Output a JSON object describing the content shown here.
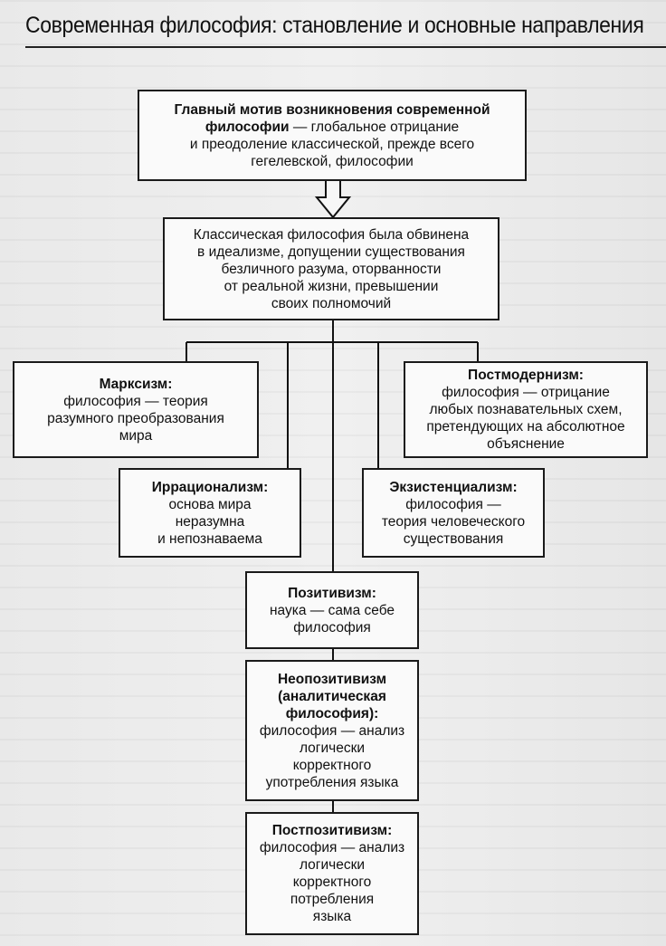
{
  "title": "Современная философия: становление и основные направления",
  "boxes": {
    "main_motive": {
      "heading": "Главный мотив возникновения современной",
      "heading2": "философии",
      "text1": " — глобальное отрицание",
      "text2": "и преодоление классической, прежде всего",
      "text3": "гегелевской, философии"
    },
    "classical": {
      "lines": [
        "Классическая философия была обвинена",
        "в идеализме, допущении существования",
        "безличного разума, оторванности",
        "от реальной жизни, превышении",
        "своих полномочий"
      ]
    },
    "marxism": {
      "heading": "Марксизм:",
      "lines": [
        "философия — теория",
        "разумного преобразования",
        "мира"
      ]
    },
    "postmodernism": {
      "heading": "Постмодернизм:",
      "lines": [
        "философия — отрицание",
        "любых познавательных схем,",
        "претендующих на абсолютное",
        "объяснение"
      ]
    },
    "irrationalism": {
      "heading": "Иррационализм:",
      "lines": [
        "основа мира",
        "неразумна",
        "и непознаваема"
      ]
    },
    "existentialism": {
      "heading": "Экзистенциализм:",
      "lines": [
        "философия —",
        "теория человеческого",
        "существования"
      ]
    },
    "positivism": {
      "heading": "Позитивизм:",
      "lines": [
        "наука — сама себе",
        "философия"
      ]
    },
    "neopositivism": {
      "heading_lines": [
        "Неопозитивизм",
        "(аналитическая",
        "философия):"
      ],
      "lines": [
        "философия — анализ",
        "логически",
        "корректного",
        "употребления языка"
      ]
    },
    "postpositivism": {
      "heading": "Постпозитивизм:",
      "lines": [
        "философия — анализ",
        "логически",
        "корректного",
        "потребления",
        "языка"
      ]
    }
  }
}
